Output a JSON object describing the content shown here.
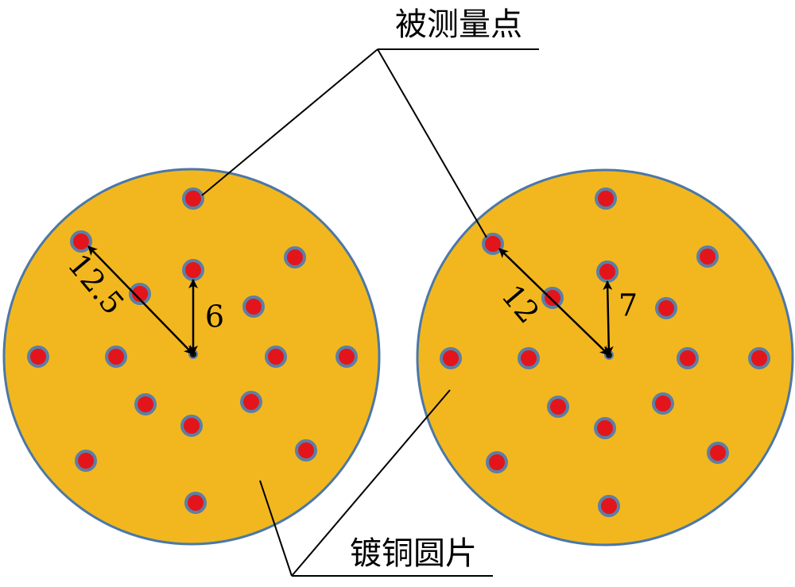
{
  "labels": {
    "measurement_points": "被测量点",
    "copper_disc": "镀铜圆片"
  },
  "discs": [
    {
      "name": "disc-left",
      "outer_radius_label": "12.5",
      "inner_radius_label": "6"
    },
    {
      "name": "disc-right",
      "outer_radius_label": "12",
      "inner_radius_label": "7"
    }
  ],
  "colors": {
    "disc_fill": "#f2b71f",
    "disc_stroke": "#4a78a8",
    "point_fill": "#e3151b",
    "point_stroke": "#5b7fa6",
    "line": "#000000"
  }
}
